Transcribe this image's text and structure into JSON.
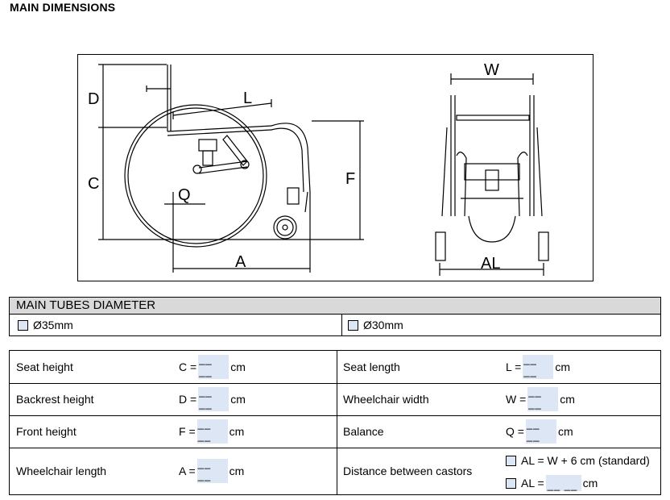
{
  "title": "MAIN DIMENSIONS",
  "diagram": {
    "side_labels": [
      "D",
      "C",
      "L",
      "Q",
      "F",
      "A"
    ],
    "front_labels": [
      "W",
      "AL"
    ]
  },
  "tubes": {
    "header": "MAIN TUBES DIAMETER",
    "option1": "Ø35mm",
    "option2": "Ø30mm"
  },
  "dims": {
    "rows": [
      {
        "left_label": "Seat height",
        "left_key": "C =",
        "right_label": "Seat length",
        "right_key": "L ="
      },
      {
        "left_label": "Backrest height",
        "left_key": "D =",
        "right_label": "Wheelchair width",
        "right_key": "W ="
      },
      {
        "left_label": "Front height",
        "left_key": "F =",
        "right_label": "Balance",
        "right_key": "Q ="
      },
      {
        "left_label": "Wheelchair length",
        "left_key": "A =",
        "right_label": "Distance between castors"
      }
    ],
    "unit": "cm",
    "al_standard": "AL = W + 6 cm (standard)",
    "al_custom": "AL ="
  }
}
